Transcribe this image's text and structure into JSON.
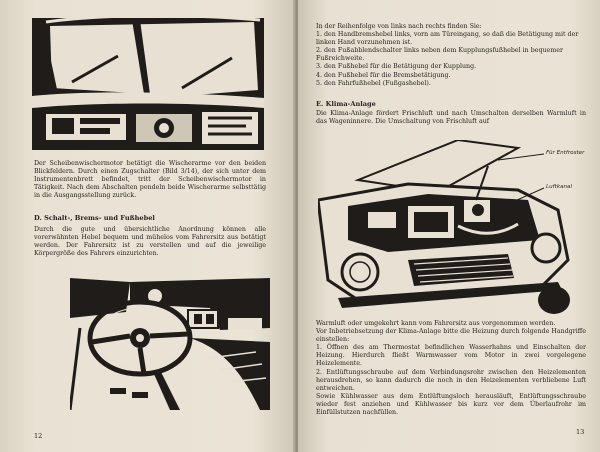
{
  "left_page": {
    "wiper_text": "Der Scheibenwischermotor betätigt die Wischerarme vor den beiden Blickfeldern. Durch einen Zugschalter (Bild 3/14), der sich unter dem Instrumentenbrett befindet, tritt der Scheibenwischermotor in Tätigkeit. Nach dem Abschalten pendeln beide Wischerarme selbsttätig in die Ausgangsstellung zurück.",
    "section_heading": "D. Schalt-, Brems- und Fußhebel",
    "section_text": "Durch die gute und übersichtliche Anordnung können alle vorerwähnten Hebel bequem und mühelos vom Fahrersitz aus betätigt werden. Der Fahrersitz ist zu verstellen und auf die jeweilige Körpergröße des Fahrers einzurichten.",
    "page_number": "12"
  },
  "right_page": {
    "intro": "In der Reihenfolge von links nach rechts finden Sie:",
    "items": [
      "1. den Handbremshebel links, vorn am Türeingang, so daß die Betätigung mit der linken Hand vorzunehmen ist.",
      "2. den Fußabblendschalter links neben dem Kupplungsfußhebel in bequemer Fußreichweite.",
      "3. den Fußhebel für die Betätigung der Kupplung.",
      "4. den Fußhebel für die Bremsbetätigung.",
      "5. den Fahrfußhebel (Fußgashebel)."
    ],
    "section_heading": "E. Klima-Anlage",
    "section_text": "Die Klima-Anlage fördert Frischluft und nach Umschalten derselben Warmluft in das Wageninnere. Die Umschaltung von Frischluft auf",
    "label_entfroster": "Für Entfroster",
    "label_luftkanal": "Luftkanal",
    "after_text": "Warmluft oder umgekehrt kann vom Fahrersitz aus vorgenommen werden.",
    "operation_intro": "Vor Inbetriebsetzung der Klima-Anlage bitte die Heizung durch folgende Handgriffe einstellen:",
    "steps": [
      "1. Öffnen des am Thermostat befindlichen Wasserhahns und Einschalten der Heizung. Hierdurch fließt Warmwasser vom Motor in zwei vorgelegene Heizelemente.",
      "2. Entlüftungsschraube auf dem Verbindungsrohr zwischen den Heizelementen herausdrehen, so kann dadurch die noch in den Heizelementen verbliebene Luft entweichen.",
      "Sowie Kühlwasser aus dem Entlüftungsloch herausläuft, Entlüftungsschraube wieder fest anziehen und Kühlwasser bis kurz vor dem Überlaufrohr im Einfüllstutzen nachfüllen."
    ],
    "page_number": "13"
  }
}
